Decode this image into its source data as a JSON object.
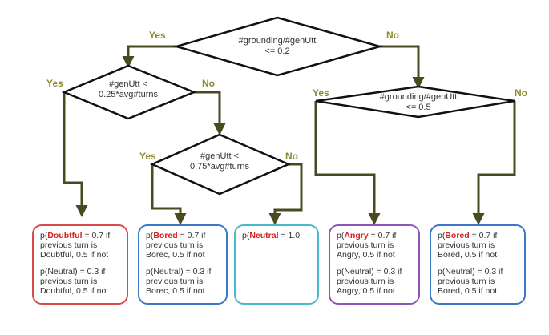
{
  "colors": {
    "connector": "#4a4a20",
    "branch_label": "#8b8a2c",
    "highlight": "#d42020",
    "leaf_red": "#d84a4a",
    "leaf_blue": "#3c78c8",
    "leaf_cyan": "#4ab8c8",
    "leaf_purple": "#8a56b8"
  },
  "nodes": {
    "root": {
      "line1": "#grounding/#genUtt",
      "line2": "<= 0.2"
    },
    "left": {
      "line1": "#genUtt <",
      "line2": "0.25*avg#turns"
    },
    "mid": {
      "line1": "#genUtt <",
      "line2": "0.75*avg#turns"
    },
    "right": {
      "line1": "#grounding/#genUtt",
      "line2": "<= 0.5"
    }
  },
  "labels": {
    "root_yes": "Yes",
    "root_no": "No",
    "left_yes": "Yes",
    "left_no": "No",
    "mid_yes": "Yes",
    "mid_no": "No",
    "right_yes": "Yes",
    "right_no": "No"
  },
  "leaves": [
    {
      "emotion": "Doubtful",
      "line_a": " = 0.7 if previous turn is Doubtful, 0.5 if not",
      "line_b": "p(Neutral) = 0.3 if previous turn is Doubtful, 0.5 if not"
    },
    {
      "emotion": "Bored",
      "line_a": " = 0.7 if previous turn is Borec, 0.5 if not",
      "line_b": "p(Neutral) = 0.3 if previous turn is Borec, 0.5 if not"
    },
    {
      "emotion": "Neutral",
      "line_a": " = 1.0",
      "line_b": ""
    },
    {
      "emotion": "Angry",
      "line_a": " = 0.7 if previous turn is Angry, 0.5 if not",
      "line_b": "p(Neutral) = 0.3 if previous turn is Angry, 0.5 if not"
    },
    {
      "emotion": "Bored",
      "line_a": " = 0.7 if previous turn is Bored, 0.5 if not",
      "line_b": "p(Neutral) = 0.3 if previous turn is Bored, 0.5 if not"
    }
  ]
}
